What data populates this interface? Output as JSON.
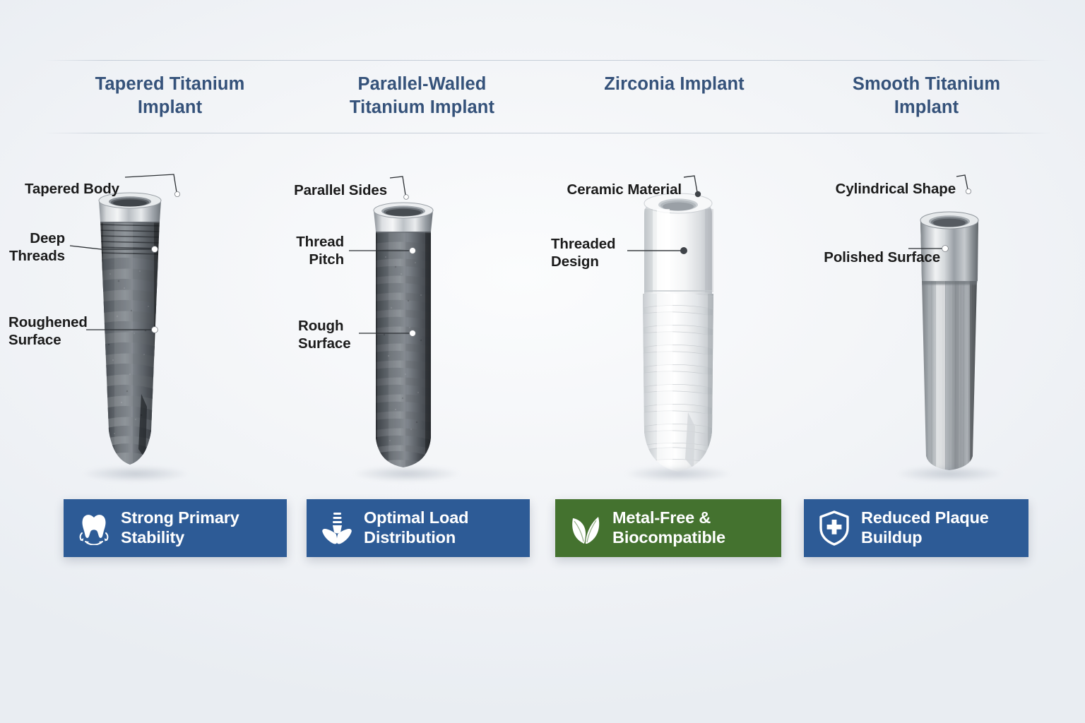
{
  "page": {
    "title": "Dental Implant Types Comparison",
    "background_color": "#eef1f5",
    "heading_color": "#35527a",
    "annotation_color": "#1b1b1b"
  },
  "columns": [
    {
      "id": "tapered-titanium",
      "header": "Tapered Titanium\nImplant",
      "implant_style": "tapered-rough-titanium",
      "annotations": [
        {
          "label": "Tapered Body",
          "dot": "white"
        },
        {
          "label": "Deep Threads",
          "dot": "white"
        },
        {
          "label": "Roughened\nSurface",
          "dot": "white"
        }
      ],
      "badge": {
        "label": "Strong Primary\nStability",
        "icon": "tooth-stability-icon",
        "color": "#2d5b96"
      }
    },
    {
      "id": "parallel-walled-titanium",
      "header": "Parallel-Walled\nTitanium Implant",
      "implant_style": "parallel-rough-titanium",
      "annotations": [
        {
          "label": "Parallel Sides",
          "dot": "white"
        },
        {
          "label": "Thread Pitch",
          "dot": "white"
        },
        {
          "label": "Rough\nSurface",
          "dot": "white"
        }
      ],
      "badge": {
        "label": "Optimal Load\nDistribution",
        "icon": "hands-holding-implant-icon",
        "color": "#2d5b96"
      }
    },
    {
      "id": "zirconia",
      "header": "Zirconia Implant",
      "implant_style": "white-ceramic-threaded",
      "annotations": [
        {
          "label": "Ceramic Material",
          "dot": "dark"
        },
        {
          "label": "Threaded\nDesign",
          "dot": "dark"
        }
      ],
      "badge": {
        "label": "Metal-Free &\nBiocompatible",
        "icon": "leaves-icon",
        "color": "#44722f"
      }
    },
    {
      "id": "smooth-titanium",
      "header": "Smooth Titanium\nImplant",
      "implant_style": "smooth-polished-titanium",
      "annotations": [
        {
          "label": "Cylindrical Shape",
          "dot": "white"
        },
        {
          "label": "Polished Surface",
          "dot": "white"
        }
      ],
      "badge": {
        "label": "Reduced Plaque\nBuildup",
        "icon": "shield-plus-icon",
        "color": "#2d5b96"
      }
    }
  ]
}
